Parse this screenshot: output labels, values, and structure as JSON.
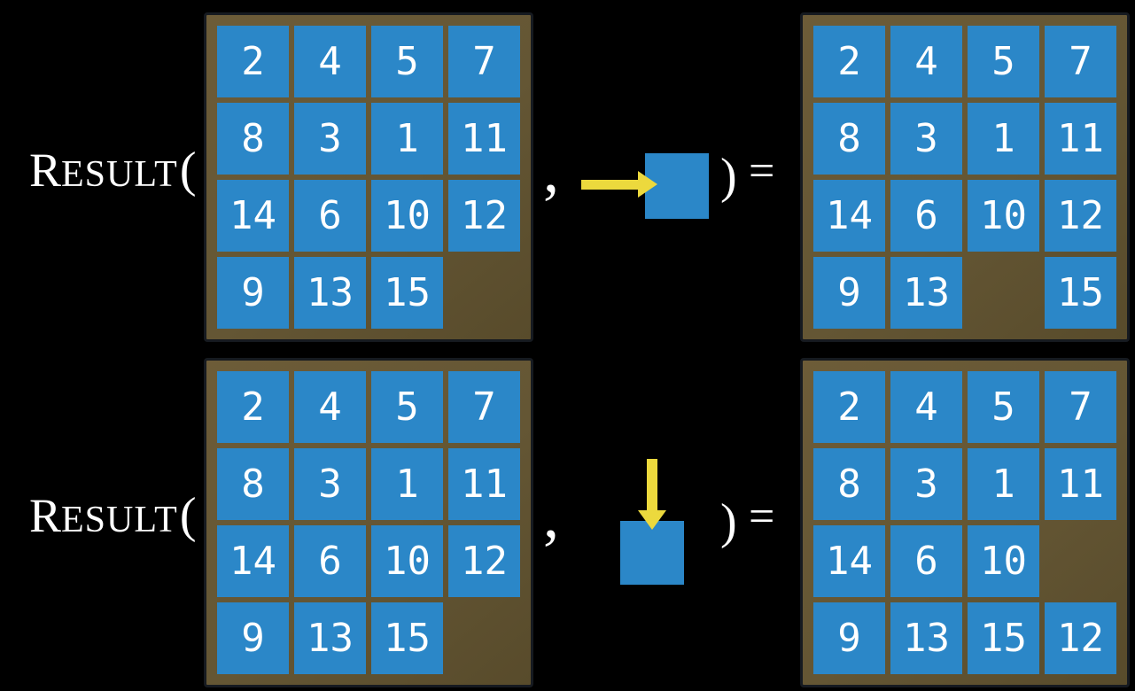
{
  "colors": {
    "background": "#000000",
    "tile_blue": "#2b87c8",
    "frame_brown_light": "#6d5c38",
    "frame_brown_dark": "#584b2b",
    "frame_edge_dark": "#161a20",
    "arrow_yellow": "#ecd93d",
    "text_white": "#ffffff"
  },
  "function_name": {
    "initial": "R",
    "rest": "ESULT"
  },
  "symbols": {
    "open_paren": "(",
    "comma": ",",
    "close_paren": ")",
    "equals": "="
  },
  "rows": [
    {
      "move_direction": "right",
      "move_icon": "right-arrow-into-blank-tile",
      "input_grid": [
        [
          "2",
          "4",
          "5",
          "7"
        ],
        [
          "8",
          "3",
          "1",
          "11"
        ],
        [
          "14",
          "6",
          "10",
          "12"
        ],
        [
          "9",
          "13",
          "15",
          ""
        ]
      ],
      "output_grid": [
        [
          "2",
          "4",
          "5",
          "7"
        ],
        [
          "8",
          "3",
          "1",
          "11"
        ],
        [
          "14",
          "6",
          "10",
          "12"
        ],
        [
          "9",
          "13",
          "",
          "15"
        ]
      ]
    },
    {
      "move_direction": "down",
      "move_icon": "down-arrow-into-blank-tile",
      "input_grid": [
        [
          "2",
          "4",
          "5",
          "7"
        ],
        [
          "8",
          "3",
          "1",
          "11"
        ],
        [
          "14",
          "6",
          "10",
          "12"
        ],
        [
          "9",
          "13",
          "15",
          ""
        ]
      ],
      "output_grid": [
        [
          "2",
          "4",
          "5",
          "7"
        ],
        [
          "8",
          "3",
          "1",
          "11"
        ],
        [
          "14",
          "6",
          "10",
          ""
        ],
        [
          "9",
          "13",
          "15",
          "12"
        ]
      ]
    }
  ]
}
